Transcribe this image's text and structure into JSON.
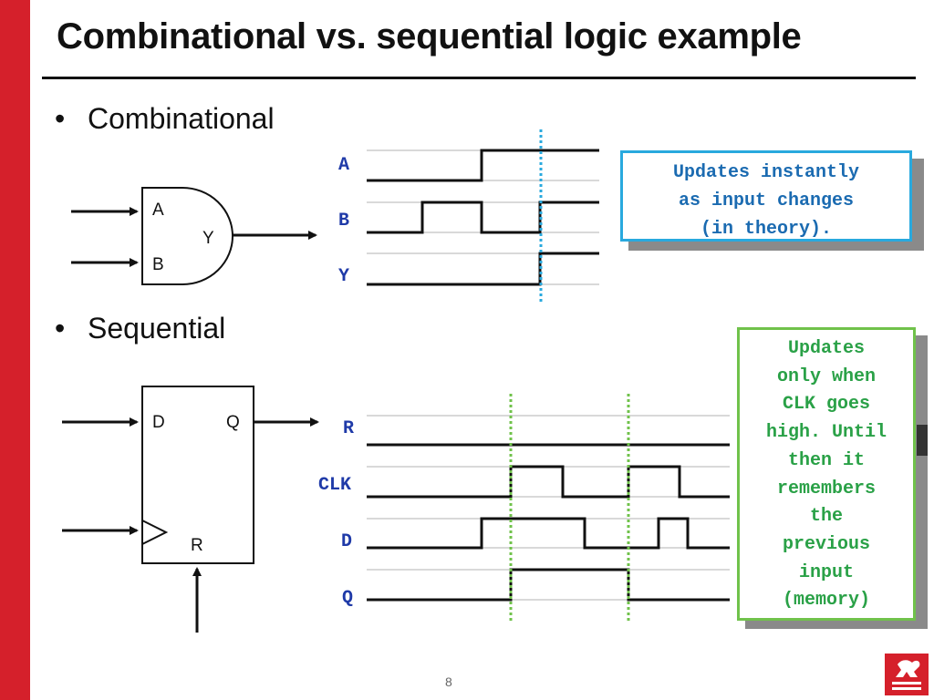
{
  "title": "Combinational vs. sequential logic example",
  "bullets": {
    "combinational": "Combinational",
    "sequential": "Sequential"
  },
  "bullet_glyph": "•",
  "gate": {
    "input_a": "A",
    "input_b": "B",
    "output_y": "Y"
  },
  "flipflop": {
    "input_d": "D",
    "output_q": "Q",
    "reset_r": "R"
  },
  "comb_signals": [
    "A",
    "B",
    "Y"
  ],
  "seq_signals": [
    "R",
    "CLK",
    "D",
    "Q"
  ],
  "callouts": {
    "combinational": "Updates instantly\nas input changes\n(in theory).",
    "sequential": "Updates\nonly when\nCLK goes\nhigh. Until\nthen it\nremembers\nthe\nprevious\ninput\n(memory)"
  },
  "page_number": "8",
  "colors": {
    "accent_red": "#d5202b",
    "signal_label_blue": "#1f3aa8",
    "comb_callout_border": "#29a9de",
    "comb_callout_text": "#1b6bb1",
    "seq_callout_border": "#70c24b",
    "seq_callout_text": "#2aa147",
    "comb_marker": "#29a9de",
    "seq_marker": "#70c24b"
  }
}
